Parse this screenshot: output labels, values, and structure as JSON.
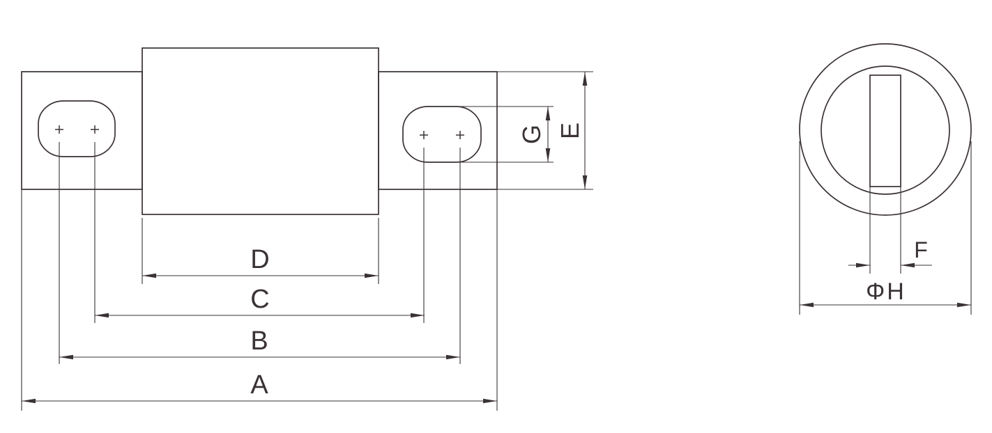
{
  "page": {
    "background_color": "#ffffff",
    "line_color": "#3a3235"
  },
  "views": {
    "side_view": {
      "description": "fuse side elevation with body, two mounting tabs and slotted pads",
      "labels": {
        "A": "A",
        "B": "B",
        "C": "C",
        "D": "D",
        "E": "E",
        "G": "G"
      },
      "pad_center_mark": "+"
    },
    "end_view": {
      "description": "fuse end view: two concentric circles with vertical blade slot",
      "labels": {
        "F": "F",
        "H": "ΦH"
      }
    }
  }
}
